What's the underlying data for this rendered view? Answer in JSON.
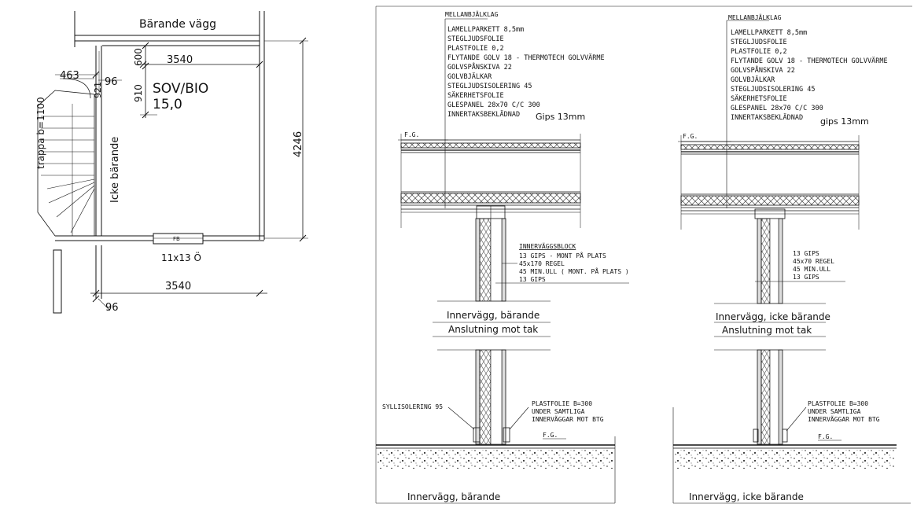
{
  "plan": {
    "barande_vagg": "Bärande vägg",
    "dim_top_width": "3540",
    "dim_bottom_width": "3540",
    "dim_600": "600",
    "dim_910": "910",
    "dim_463": "463",
    "dim_96_top": "96",
    "dim_96_bottom": "96",
    "dim_921": "921",
    "dim_4246": "4246",
    "room_name": "SOV/BIO",
    "room_area": "15,0",
    "icke_barande": "Icke bärande",
    "trappa": "trappa b=1100",
    "fb_label": "FB",
    "window_label": "11x13 Ö"
  },
  "left_section": {
    "title": "MELLANBJÄLKLAG",
    "layers": [
      "LAMELLPARKETT 8,5mm",
      "STEGLJUDSFOLIE",
      "PLASTFOLIE 0,2",
      "FLYTANDE GOLV 18 - THERMOTECH GOLVVÄRME",
      "GOLVSPÅNSKIVA 22",
      "GOLVBJÄLKAR",
      "STEGLJUDSISOLERING 45",
      "SÄKERHETSFOLIE",
      "GLESPANEL 28x70 C/C 300",
      "INNERTAKSBEKLÄDNAD"
    ],
    "gips_note": "Gips 13mm",
    "fg_top": "F.G.",
    "block_title": "INNERVÄGGSBLOCK",
    "block_lines": [
      "13 GIPS - MONT PÅ PLATS",
      "45x170 REGEL",
      "45 MIN.ULL ( MONT. PÅ PLATS )",
      "13 GIPS"
    ],
    "caption_1": "Innervägg, bärande",
    "caption_2": "Anslutning mot tak",
    "syll": "SYLLISOLERING 95",
    "plastfolie_lines": [
      "PLASTFOLIE B=300",
      "UNDER SAMTLIGA",
      "INNERVÄGGAR MOT BTG"
    ],
    "fg_bottom": "F.G.",
    "bottom_caption": "Innervägg, bärande"
  },
  "right_section": {
    "title": "MELLANBJÄLKLAG",
    "layers": [
      "LAMELLPARKETT 8,5mm",
      "STEGLJUDSFOLIE",
      "PLASTFOLIE 0,2",
      "FLYTANDE GOLV 18 - THERMOTECH GOLVVÄRME",
      "GOLVSPÅNSKIVA 22",
      "GOLVBJÄLKAR",
      "STEGLJUDSISOLERING 45",
      "SÄKERHETSFOLIE",
      "GLESPANEL 28x70 C/C 300",
      "INNERTAKSBEKLÄDNAD"
    ],
    "gips_note": "gips 13mm",
    "fg_top": "F.G.",
    "block_lines": [
      "13 GIPS",
      "45x70 REGEL",
      "45 MIN.ULL",
      "13 GIPS"
    ],
    "caption_1": "Innervägg, icke bärande",
    "caption_2": "Anslutning mot tak",
    "plastfolie_lines": [
      "PLASTFOLIE B=300",
      "UNDER SAMTLIGA",
      "INNERVÄGGAR MOT BTG"
    ],
    "fg_bottom": "F.G.",
    "bottom_caption": "Innervägg, icke bärande"
  }
}
